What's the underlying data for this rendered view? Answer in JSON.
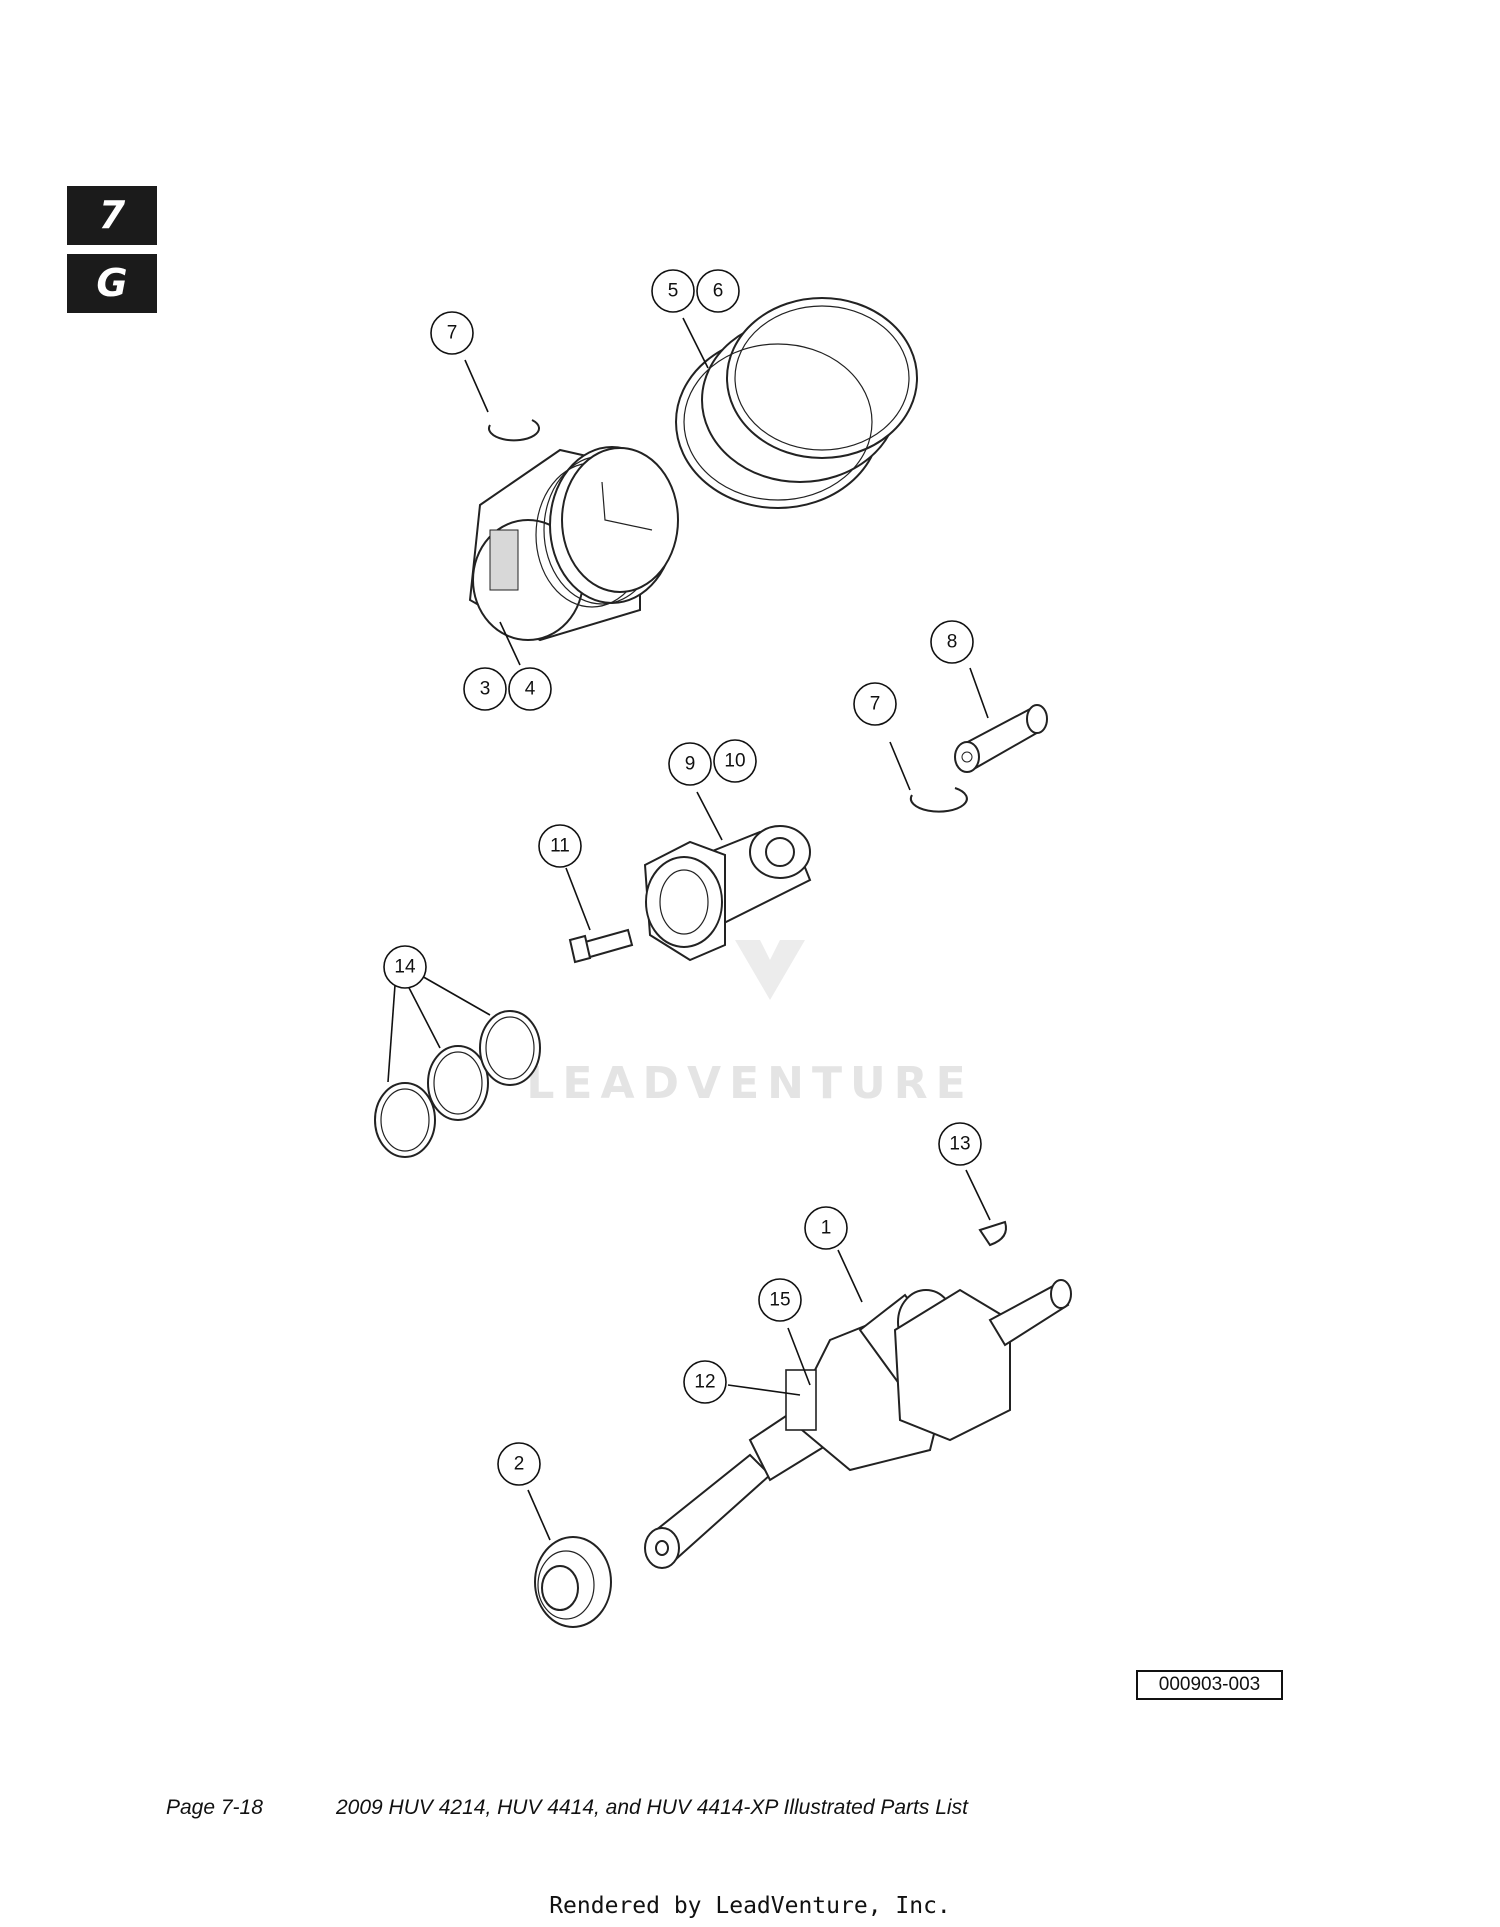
{
  "section_tab": {
    "number": "7",
    "letter": "G"
  },
  "callouts": {
    "c1": "1",
    "c2": "2",
    "c3": "3",
    "c4": "4",
    "c5": "5",
    "c6": "6",
    "c7a": "7",
    "c7b": "7",
    "c8": "8",
    "c9": "9",
    "c10": "10",
    "c11": "11",
    "c12": "12",
    "c13": "13",
    "c14": "14",
    "c15": "15"
  },
  "watermark": {
    "text": "LEADVENTURE"
  },
  "figure_id": "000903-003",
  "footer": {
    "page": "Page 7-18",
    "title": "2009 HUV 4214, HUV 4414, and HUV 4414-XP Illustrated Parts List"
  },
  "rendered_by": "Rendered by LeadVenture, Inc."
}
